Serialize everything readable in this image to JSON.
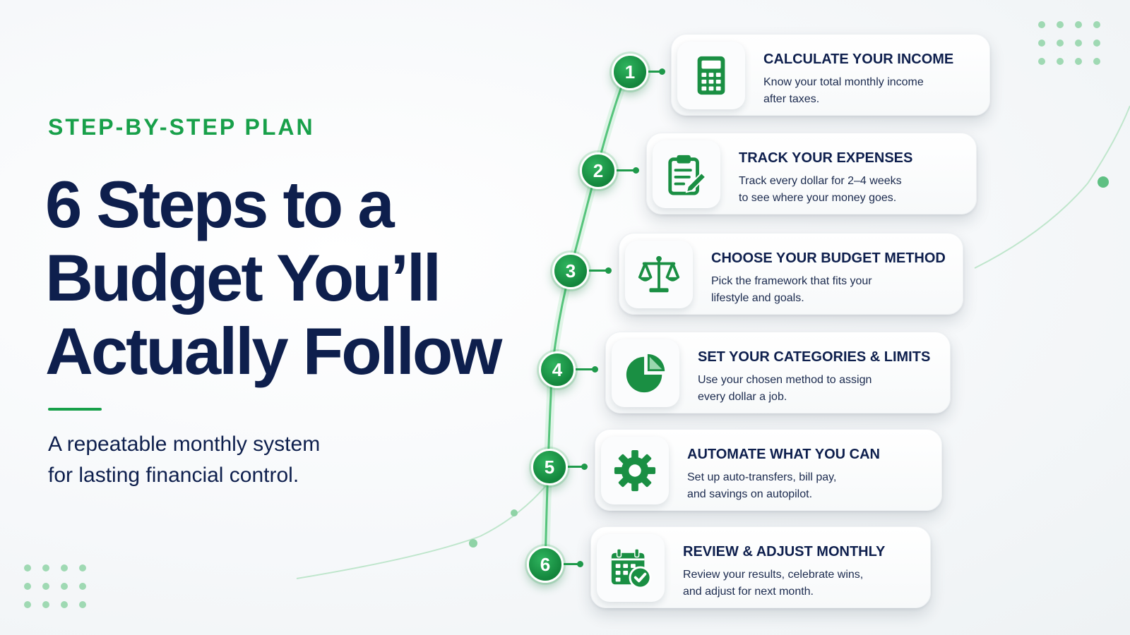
{
  "eyebrow": "STEP-BY-STEP PLAN",
  "title": {
    "line1": "6 Steps to a",
    "line2": "Budget You’ll",
    "line3": "Actually Follow"
  },
  "subtitle": {
    "line1": "A repeatable monthly system",
    "line2": "for lasting financial control."
  },
  "colors": {
    "accent": "#18a04a",
    "navy": "#0e1f4d",
    "icon": "#1a8f43"
  },
  "steps": [
    {
      "number": "1",
      "icon": "calculator-icon",
      "title": "CALCULATE YOUR INCOME",
      "desc1": "Know your total monthly income",
      "desc2": "after taxes."
    },
    {
      "number": "2",
      "icon": "clipboard-pencil-icon",
      "title": "TRACK YOUR EXPENSES",
      "desc1": "Track every dollar for 2–4 weeks",
      "desc2": "to see where your money goes."
    },
    {
      "number": "3",
      "icon": "balance-scale-icon",
      "title": "CHOOSE YOUR BUDGET METHOD",
      "desc1": "Pick the framework that fits your",
      "desc2": "lifestyle and goals."
    },
    {
      "number": "4",
      "icon": "pie-chart-icon",
      "title": "SET YOUR CATEGORIES & LIMITS",
      "desc1": "Use your chosen method to assign",
      "desc2": "every dollar a job."
    },
    {
      "number": "5",
      "icon": "gear-icon",
      "title": "AUTOMATE WHAT YOU CAN",
      "desc1": "Set up auto-transfers, bill pay,",
      "desc2": "and savings on autopilot."
    },
    {
      "number": "6",
      "icon": "calendar-check-icon",
      "title": "REVIEW & ADJUST MONTHLY",
      "desc1": "Review your results, celebrate wins,",
      "desc2": "and adjust for next month."
    }
  ]
}
